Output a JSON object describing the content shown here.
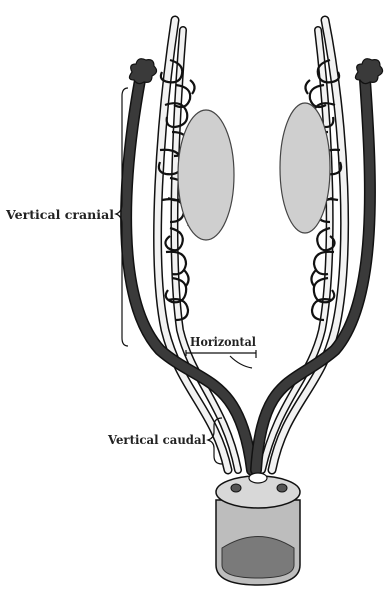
{
  "labels": {
    "vertical_cranial": "Vertical cranial",
    "horizontal": "Horizontal",
    "vertical_caudal": "Vertical caudal"
  },
  "colors": {
    "duct_dark": "#3a3a3a",
    "duct_light": "#f2f2f2",
    "outline": "#111111",
    "gland_fill": "#cfcfcf",
    "bladder_fill": "#bdbdbd",
    "bladder_inner": "#7a7a7a"
  }
}
